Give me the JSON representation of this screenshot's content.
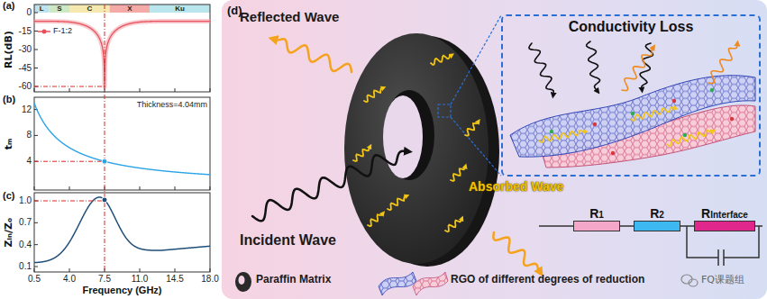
{
  "diagram": {
    "nodes": [
      {
        "text": [
          "Conductivity Loss"
        ]
      },
      {
        "text": [
          "R1"
        ]
      },
      {
        "text": [
          "R2"
        ]
      },
      {
        "text": [
          "RInterface"
        ]
      }
    ],
    "edges": [
      {
        "from": 1,
        "to": 2,
        "arrow": "none"
      },
      {
        "from": 2,
        "to": 3,
        "arrow": "none"
      }
    ],
    "labels": [
      "(a)",
      "L",
      "S",
      "C",
      "X",
      "Ku",
      "RL(dB)",
      "0",
      "-15",
      "-30",
      "-45",
      "-60",
      "(b)",
      "Thickness=4.04mm",
      "tₘ",
      "12",
      "8",
      "4",
      "(c)",
      "Zᵢₙ/Zₒ",
      "1.0",
      "0.7",
      "0.4",
      "0.1",
      "0.5",
      "4.0",
      "7.5",
      "11.0",
      "14.5",
      "18.0",
      "Frequency (GHz)",
      "(d)",
      "Reflected Wave",
      "Absorbed Wave",
      "Incident Wave",
      "FQ课题组"
    ],
    "legend": [
      {
        "text": "F-1:2"
      },
      {
        "text": "Paraffin Matrix"
      },
      {
        "text": "RGO of different degrees of reduction"
      }
    ]
  }
}
